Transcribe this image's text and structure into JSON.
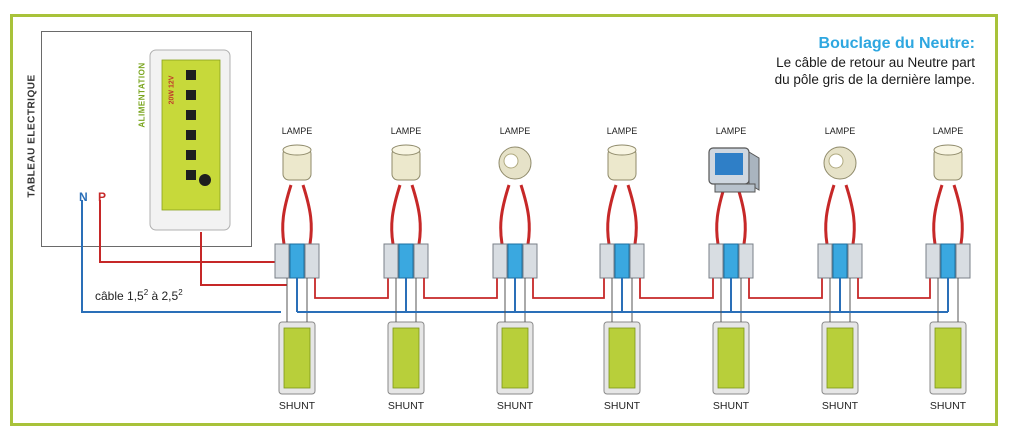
{
  "info": {
    "title": "Bouclage du Neutre:",
    "lines": [
      "Le câble de retour au Neutre part",
      "du pôle gris de la dernière lampe."
    ]
  },
  "panel": {
    "label": "TABLEAU ELECTRIQUE",
    "power_supply": {
      "label": "ALIMENTATION",
      "rating": "20W 12V"
    }
  },
  "terminals": {
    "neutral": "N",
    "phase": "P"
  },
  "cable_note": {
    "prefix": "câble 1,5",
    "middle": " à 2,5",
    "exp": "2"
  },
  "lamp_label": "LAMPE",
  "shunt_label": "SHUNT",
  "lamps": [
    {
      "label": "LAMPE",
      "shunt": "SHUNT",
      "variant": "cylinder-lamp"
    },
    {
      "label": "LAMPE",
      "shunt": "SHUNT",
      "variant": "cylinder-lamp"
    },
    {
      "label": "LAMPE",
      "shunt": "SHUNT",
      "variant": "spot-lamp"
    },
    {
      "label": "LAMPE",
      "shunt": "SHUNT",
      "variant": "cylinder-lamp"
    },
    {
      "label": "LAMPE",
      "shunt": "SHUNT",
      "variant": "monitor-icon"
    },
    {
      "label": "LAMPE",
      "shunt": "SHUNT",
      "variant": "spot-lamp"
    },
    {
      "label": "LAMPE",
      "shunt": "SHUNT",
      "variant": "cylinder-lamp"
    }
  ],
  "colors": {
    "frame": "#a8c23a",
    "title": "#2ea7e0",
    "phase_wire": "#c62828",
    "neutral_wire": "#2a6fb8",
    "connector_blue": "#3aa8e0",
    "shunt_green": "#b8cf3a"
  }
}
